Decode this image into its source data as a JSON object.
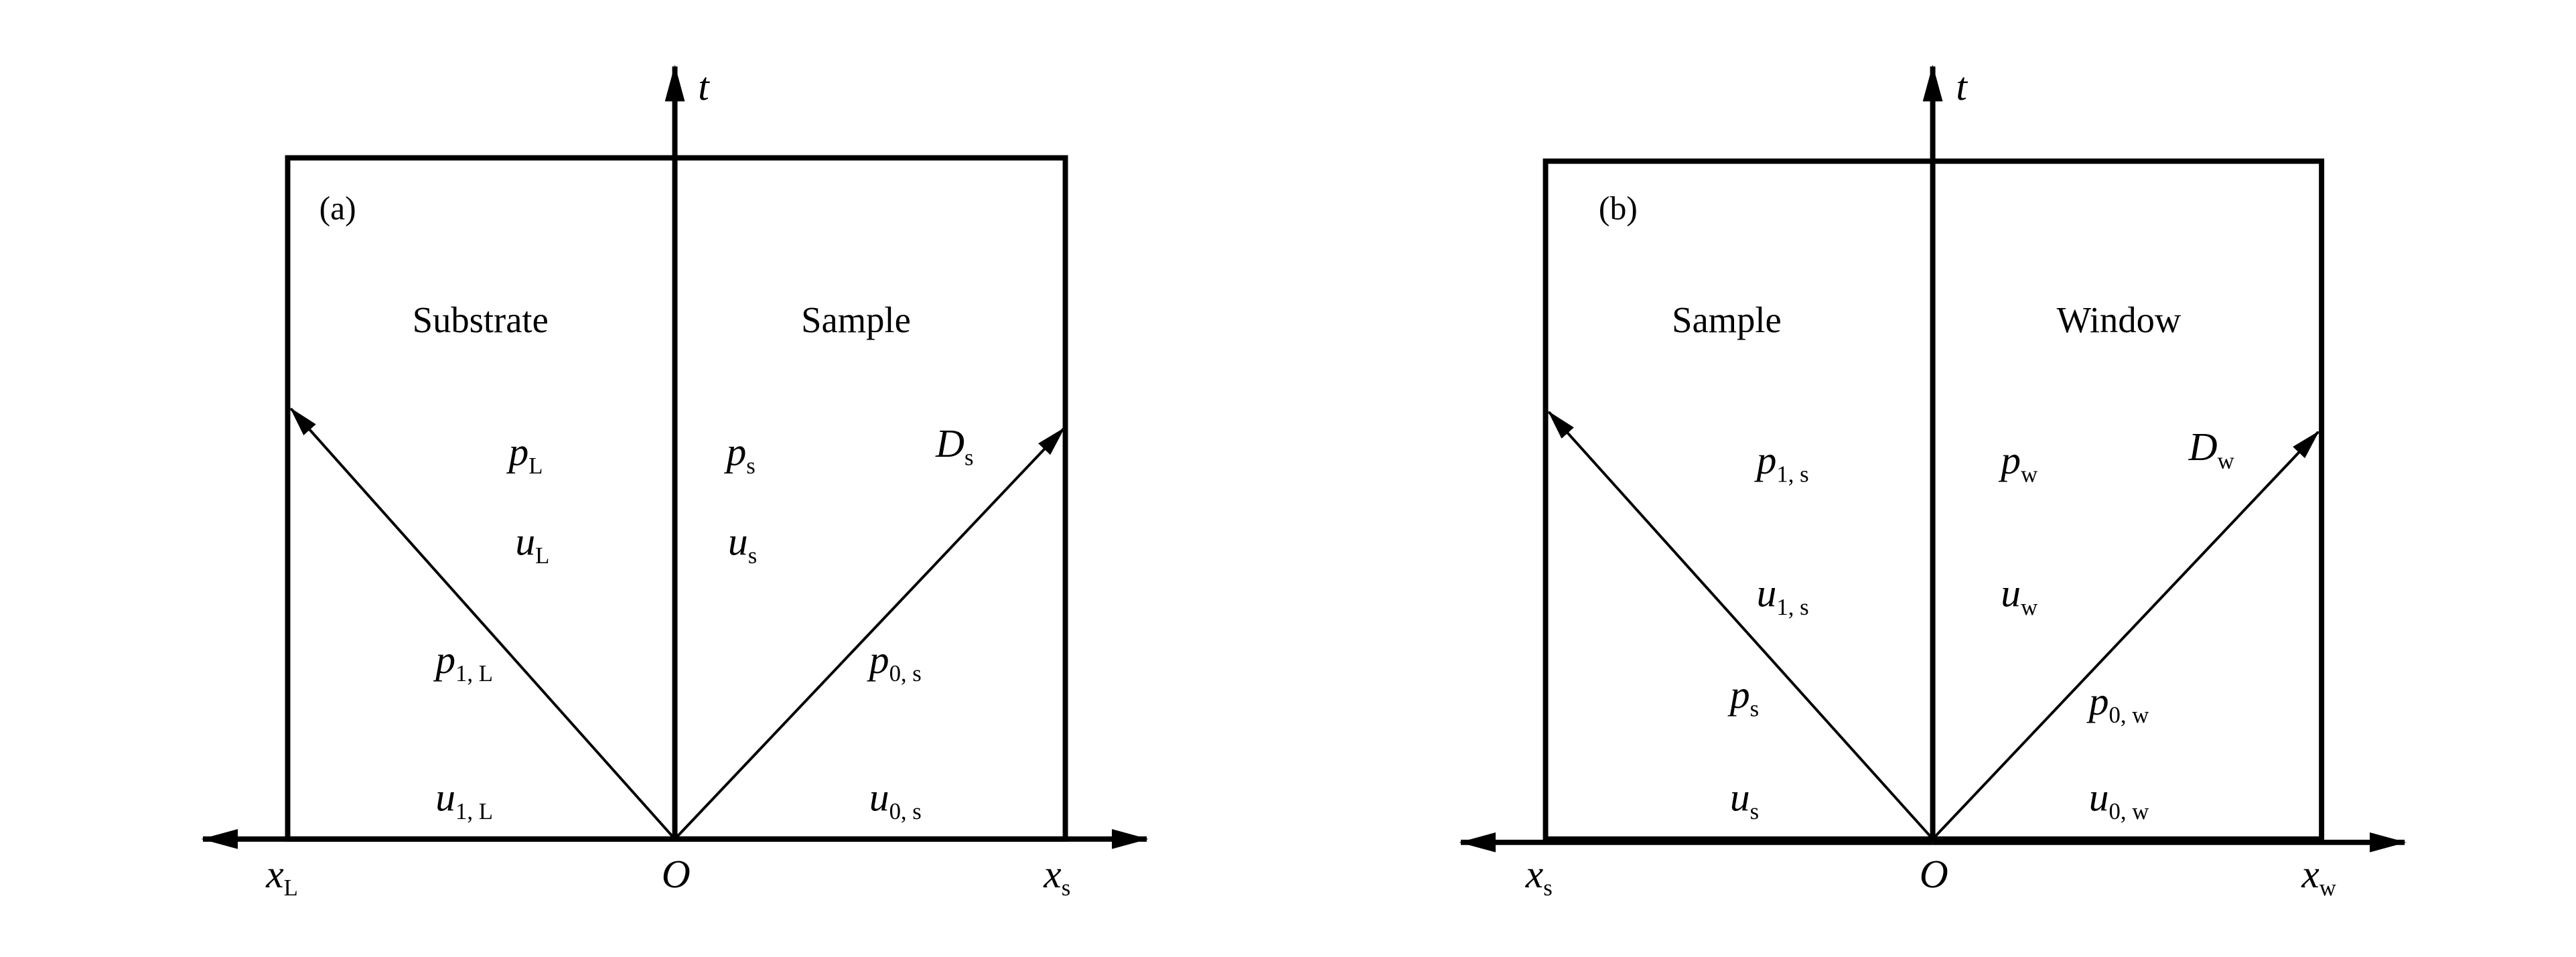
{
  "panel_a": {
    "tag": "(a)",
    "region_left": "Substrate",
    "region_right": "Sample",
    "axis_t": "t",
    "origin": "O",
    "x_left": {
      "sym": "x",
      "sub": "L"
    },
    "x_right": {
      "sym": "x",
      "sub": "s"
    },
    "shock_label": {
      "sym": "D",
      "sub": "s"
    },
    "states": {
      "p_L": {
        "sym": "p",
        "sub": "L"
      },
      "u_L": {
        "sym": "u",
        "sub": "L"
      },
      "p_s": {
        "sym": "p",
        "sub": "s"
      },
      "u_s": {
        "sym": "u",
        "sub": "s"
      },
      "p_1L": {
        "sym": "p",
        "sub": "1, L"
      },
      "u_1L": {
        "sym": "u",
        "sub": "1, L"
      },
      "p_0s": {
        "sym": "p",
        "sub": "0, s"
      },
      "u_0s": {
        "sym": "u",
        "sub": "0, s"
      }
    }
  },
  "panel_b": {
    "tag": "(b)",
    "region_left": "Sample",
    "region_right": "Window",
    "axis_t": "t",
    "origin": "O",
    "x_left": {
      "sym": "x",
      "sub": "s"
    },
    "x_right": {
      "sym": "x",
      "sub": "w"
    },
    "shock_label": {
      "sym": "D",
      "sub": "w"
    },
    "states": {
      "p_1s": {
        "sym": "p",
        "sub": "1, s"
      },
      "u_1s": {
        "sym": "u",
        "sub": "1, s"
      },
      "p_w": {
        "sym": "p",
        "sub": "w"
      },
      "u_w": {
        "sym": "u",
        "sub": "w"
      },
      "p_s": {
        "sym": "p",
        "sub": "s"
      },
      "u_s": {
        "sym": "u",
        "sub": "s"
      },
      "p_0w": {
        "sym": "p",
        "sub": "0, w"
      },
      "u_0w": {
        "sym": "u",
        "sub": "0, w"
      }
    }
  }
}
